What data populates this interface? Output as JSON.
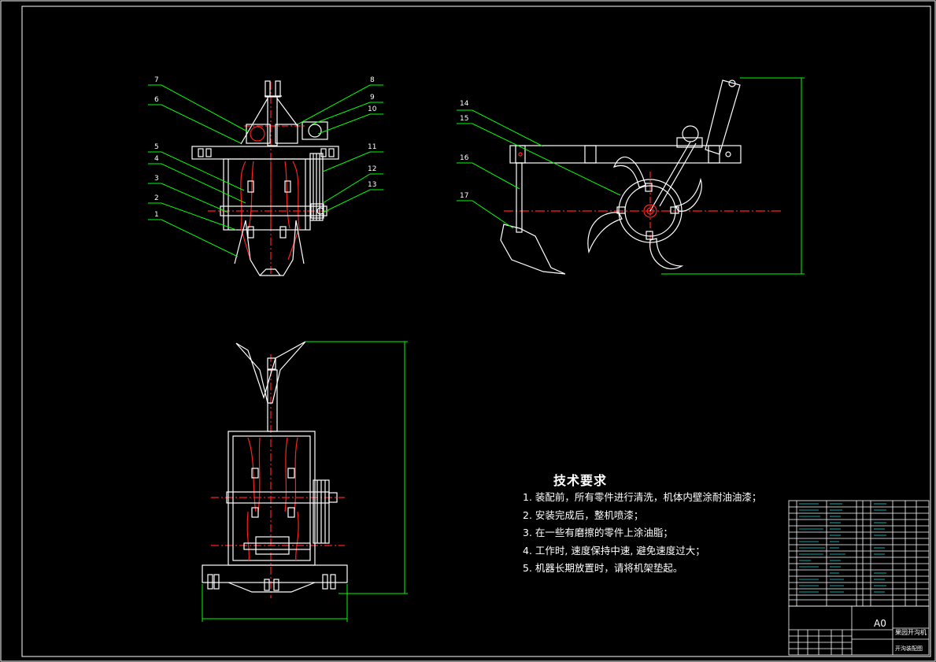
{
  "callouts": {
    "front_left": [
      "7",
      "6",
      "5",
      "4",
      "3",
      "2",
      "1"
    ],
    "front_right": [
      "8",
      "9",
      "10",
      "11",
      "12",
      "13"
    ],
    "side_left": [
      "14",
      "15",
      "16",
      "17"
    ]
  },
  "tech": {
    "title": "技术要求",
    "items": [
      "1. 装配前，所有零件进行清洗，机体内壁涂耐油油漆；",
      "2. 安装完成后，整机喷漆；",
      "3. 在一些有磨擦的零件上涂油脂；",
      "4. 工作时, 速度保持中速, 避免速度过大；",
      "5. 机器长期放置时，请将机架垫起。"
    ]
  },
  "title_block": {
    "sheet_size": "A0",
    "drawing_name": "果园开沟机",
    "drawing_sub": "开沟装配图"
  },
  "colors": {
    "outline": "#ffffff",
    "leader": "#00ff00",
    "centerline": "#ff2020",
    "dimension": "#00ff00",
    "table_cyan": "#00e0e0"
  }
}
